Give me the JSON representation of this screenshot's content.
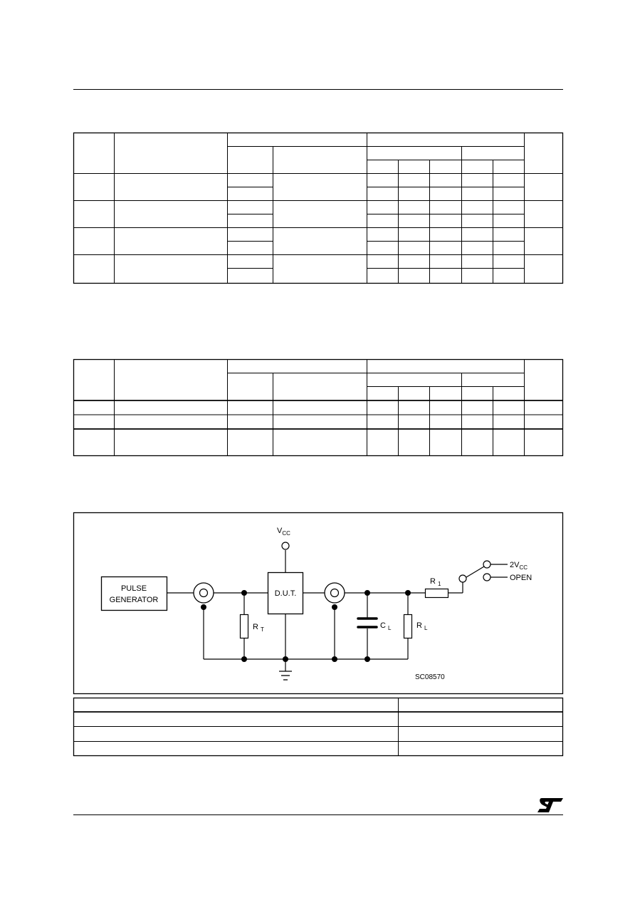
{
  "schematic": {
    "vcc_label": "V",
    "vcc_sub": "CC",
    "pulse_generator_line1": "PULSE",
    "pulse_generator_line2": "GENERATOR",
    "dut_label": "D.U.T.",
    "rt_label": "R",
    "rt_sub": "T",
    "cl_label": "C",
    "cl_sub": "L",
    "rl_label": "R",
    "rl_sub": "L",
    "r1_label": "R",
    "r1_sub": "1",
    "switch_2vcc_label": "2V",
    "switch_2vcc_sub": "CC",
    "switch_open_label": "OPEN",
    "figure_code": "SC08570"
  },
  "colors": {
    "line": "#000000",
    "background": "#ffffff"
  },
  "icons": {
    "logo": "st-logo"
  }
}
